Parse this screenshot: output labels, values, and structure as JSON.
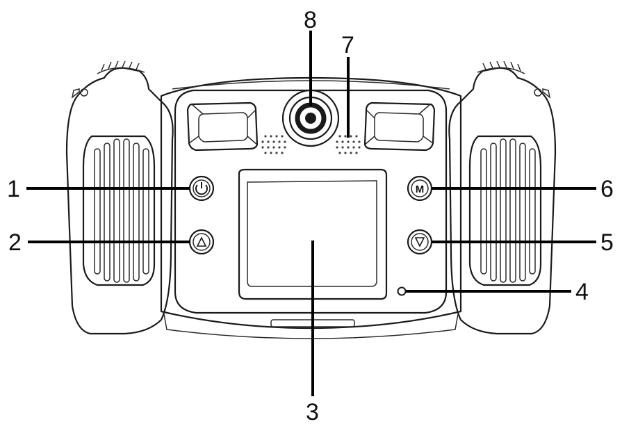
{
  "diagram": {
    "callouts": [
      {
        "id": "c1",
        "number": "1",
        "part": "power-button",
        "icon": "power-icon"
      },
      {
        "id": "c2",
        "number": "2",
        "part": "up-button",
        "icon": "triangle-up-icon"
      },
      {
        "id": "c3",
        "number": "3",
        "part": "lcd-screen"
      },
      {
        "id": "c4",
        "number": "4",
        "part": "indicator-light"
      },
      {
        "id": "c5",
        "number": "5",
        "part": "down-button",
        "icon": "triangle-down-icon"
      },
      {
        "id": "c6",
        "number": "6",
        "part": "mode-button",
        "icon": "m-letter-icon",
        "glyph": "M"
      },
      {
        "id": "c7",
        "number": "7",
        "part": "microphone-grille"
      },
      {
        "id": "c8",
        "number": "8",
        "part": "selfie-lens"
      }
    ],
    "colors": {
      "ink": "#1a1a1a",
      "paper": "#ffffff",
      "accent": "#000000"
    }
  }
}
